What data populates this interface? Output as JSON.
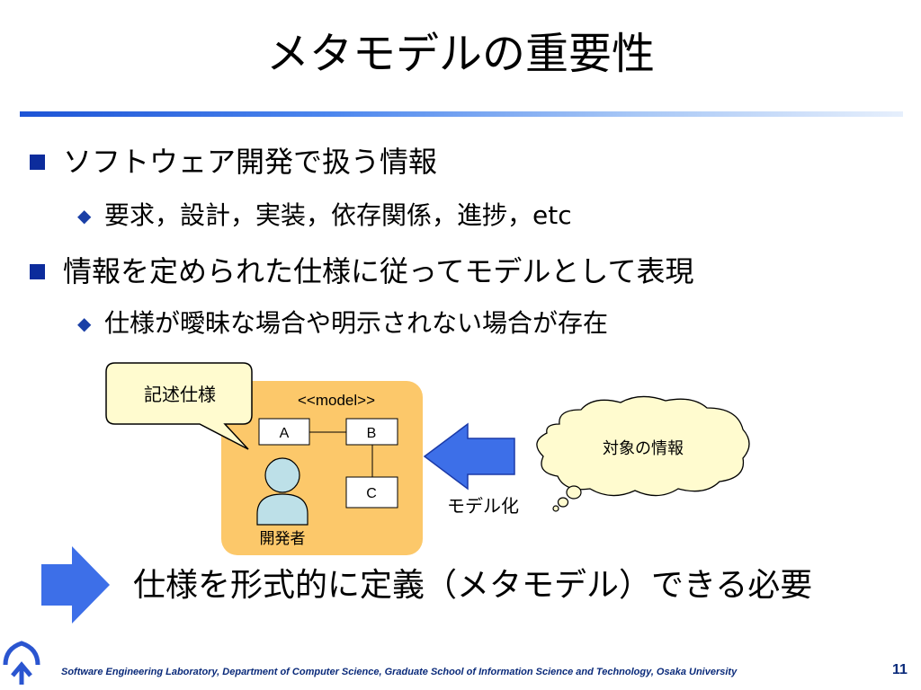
{
  "slide": {
    "title": "メタモデルの重要性",
    "bullets": [
      {
        "text": "ソフトウェア開発で扱う情報",
        "sub": "要求，設計，実装，依存関係，進捗，etc"
      },
      {
        "text": "情報を定められた仕様に従ってモデルとして表現",
        "sub": "仕様が曖昧な場合や明示されない場合が存在"
      }
    ],
    "conclusion": "仕様を形式的に定義（メタモデル）できる必要"
  },
  "figure": {
    "callout": "記述仕様",
    "model_label": "<<model>>",
    "box_a": "A",
    "box_b": "B",
    "box_c": "C",
    "developer": "開発者",
    "arrow_label": "モデル化",
    "cloud": "対象の情報"
  },
  "footer": {
    "text": "Software Engineering Laboratory,  Department of Computer Science,  Graduate School of Information Science and Technology,  Osaka University",
    "page": "11"
  },
  "colors": {
    "bullet": "#0c2c9c",
    "arrow": "#3d6fe8",
    "model_bg": "#fcc86a",
    "callout_bg": "#fffbcf",
    "person": "#bde0e8"
  }
}
